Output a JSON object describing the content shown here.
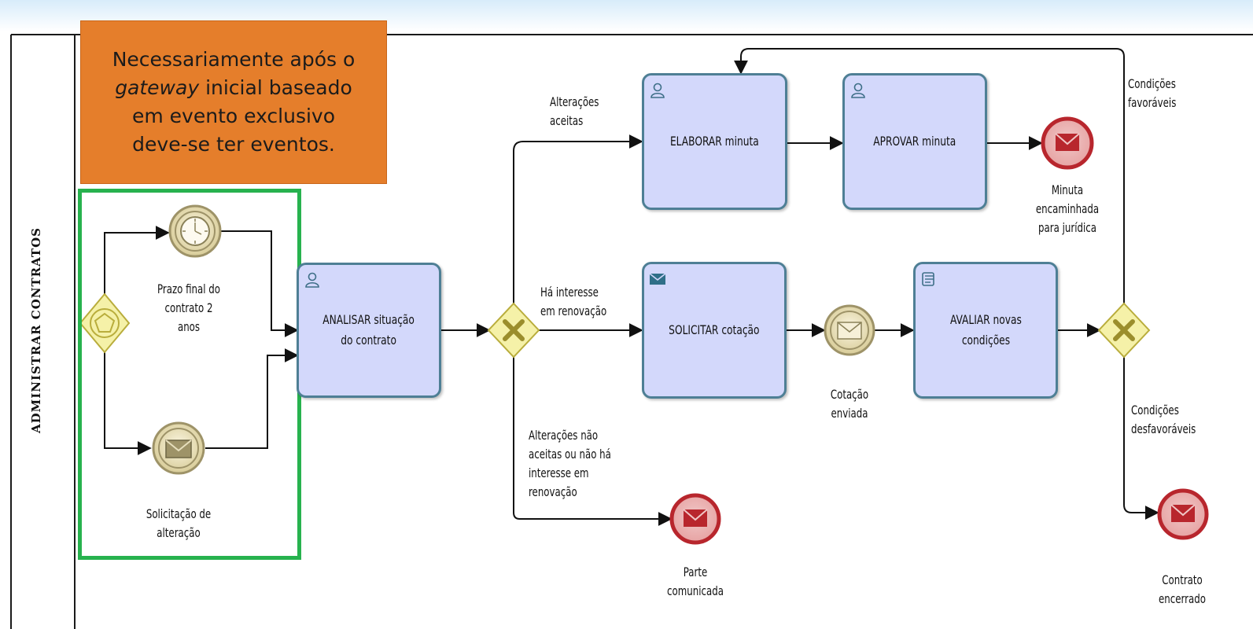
{
  "note": {
    "line1": "Necessariamente após o",
    "line2_emph": "gateway",
    "line2_rest": " inicial baseado",
    "line3": "em evento exclusivo",
    "line4": "deve-se ter eventos."
  },
  "pool": {
    "label": "ADMINISTRAR CONTRATOS"
  },
  "events": {
    "timer": "Prazo final do\ncontrato 2\nanos",
    "message_start": "Solicitação de\nalteração",
    "quotation_sent": "Cotação\nenviada",
    "draft_sent": "Minuta\nencaminhada\npara jurídica",
    "party_notified": "Parte\ncomunicada",
    "contract_closed": "Contrato\nencerrado"
  },
  "tasks": {
    "analisar": "ANALISAR situação\ndo contrato",
    "elaborar": "ELABORAR minuta",
    "aprovar": "APROVAR minuta",
    "solicitar": "SOLICITAR  cotação",
    "avaliar": "AVALIAR novas\ncondições"
  },
  "flows": {
    "accepted": "Alterações\naceitas",
    "interest": "Há interesse\nem renovação",
    "not_accepted": "Alterações não\naceitas ou não há\ninteresse em\nrenovação",
    "favorable": "Condições\nfavoráveis",
    "unfavorable": "Condições\ndesfavoráveis"
  },
  "colors": {
    "task_fill": "#d3d8fb",
    "task_border": "#4e7f95",
    "gateway_fill": "#f5f1a8",
    "end_event": "#c2262c",
    "note_fill": "#e57e2b",
    "highlight": "#27b24e"
  }
}
